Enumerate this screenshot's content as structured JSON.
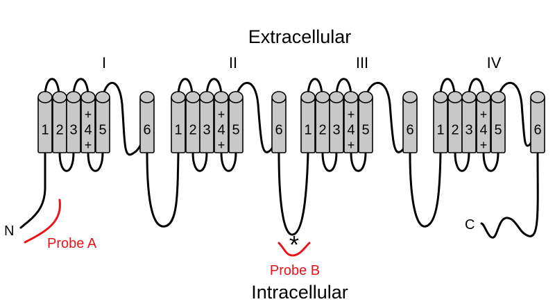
{
  "labels": {
    "extracellular": "Extracellular",
    "intracellular": "Intracellular",
    "n_terminus": "N",
    "c_terminus": "C",
    "probe_a": "Probe A",
    "probe_b": "Probe B",
    "asterisk": "*",
    "charge_sign": "+"
  },
  "domains": [
    {
      "numeral": "I",
      "segments": [
        "1",
        "2",
        "3",
        "4",
        "5",
        "6"
      ]
    },
    {
      "numeral": "II",
      "segments": [
        "1",
        "2",
        "3",
        "4",
        "5",
        "6"
      ]
    },
    {
      "numeral": "III",
      "segments": [
        "1",
        "2",
        "3",
        "4",
        "5",
        "6"
      ]
    },
    {
      "numeral": "IV",
      "segments": [
        "1",
        "2",
        "3",
        "4",
        "5",
        "6"
      ]
    }
  ],
  "colors": {
    "membrane_segment": "#c8c8c8",
    "outline": "#000000",
    "probe": "#e8141a"
  }
}
